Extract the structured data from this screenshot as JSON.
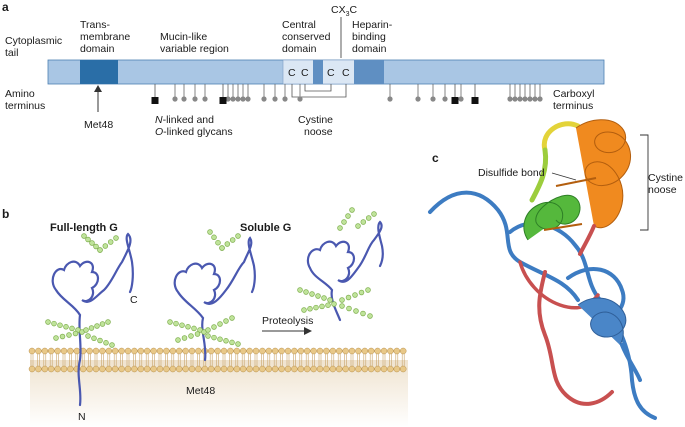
{
  "panel_a": {
    "letter": "a",
    "cytoplasmic_tail": [
      "Cytoplasmic",
      "tail"
    ],
    "transmembrane": [
      "Trans-",
      "membrane",
      "domain"
    ],
    "mucin": [
      "Mucin-like",
      "variable region"
    ],
    "central": [
      "Central",
      "conserved",
      "domain"
    ],
    "cx3c_main": "CX",
    "cx3c_sub": "3",
    "cx3c_end": "C",
    "heparin": [
      "Heparin-",
      "binding",
      "domain"
    ],
    "amino": [
      "Amino",
      "terminus"
    ],
    "carboxyl": [
      "Carboxyl",
      "terminus"
    ],
    "met48": "Met48",
    "glycans_n": "N",
    "glycans_line1_rest": "-linked and",
    "glycans_o": "O",
    "glycans_line2_rest": "-linked glycans",
    "noose": [
      "Cystine",
      "noose"
    ],
    "cys_letter": "C"
  },
  "panel_b": {
    "letter": "b",
    "full_length": "Full-length G",
    "soluble": "Soluble G",
    "c_term": "C",
    "n_term": "N",
    "proteolysis": "Proteolysis",
    "met48": "Met48"
  },
  "panel_c": {
    "letter": "c",
    "disulfide": "Disulfide bond",
    "noose": [
      "Cystine",
      "noose"
    ]
  },
  "colors": {
    "bar": "#a9c6e4",
    "bar_dark": "#2a6ea7",
    "bar_light": "#dbe7f4",
    "protein": "#4a58b0",
    "glycan": "#9ccc6a",
    "ribbon_blue": "#3d7cc2",
    "orange": "#f08a1f",
    "green": "#4fb23a",
    "yellow": "#e7d63a",
    "red": "#cc4a4a"
  }
}
